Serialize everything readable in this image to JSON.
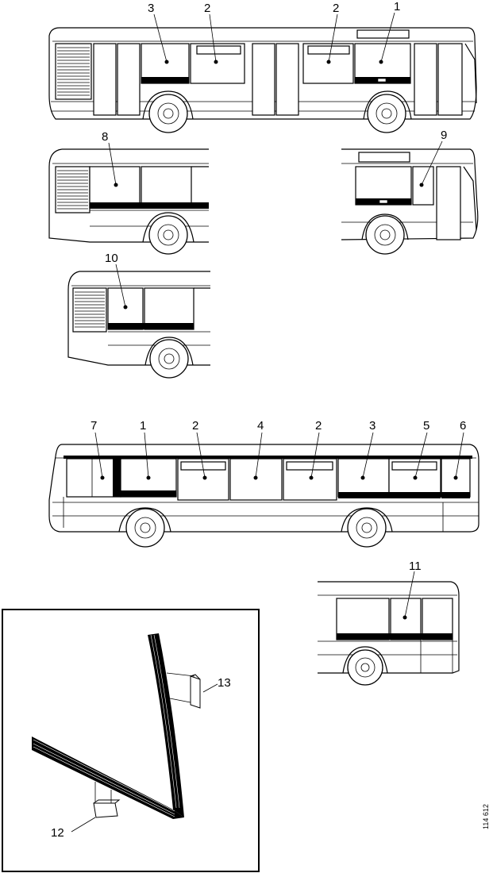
{
  "callouts": {
    "top_view": [
      "3",
      "2",
      "2",
      "1"
    ],
    "view_8": "8",
    "view_9": "9",
    "view_10": "10",
    "side_view": [
      "7",
      "1",
      "2",
      "4",
      "2",
      "3",
      "5",
      "6"
    ],
    "view_11": "11",
    "detail": [
      "13",
      "12"
    ]
  },
  "reference_number": "114 612",
  "colors": {
    "ink": "#000000",
    "paper": "#ffffff"
  }
}
